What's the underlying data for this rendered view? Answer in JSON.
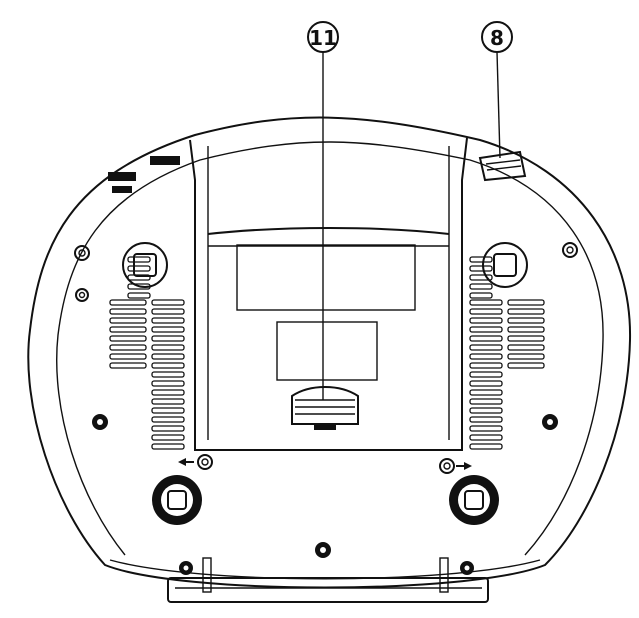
{
  "callouts": [
    {
      "id": "11",
      "label": "11",
      "points_to": "battery-compartment-latch"
    },
    {
      "id": "8",
      "label": "8",
      "points_to": "top-edge-slot"
    }
  ],
  "colors": {
    "line": "#111111",
    "background": "#ffffff"
  }
}
